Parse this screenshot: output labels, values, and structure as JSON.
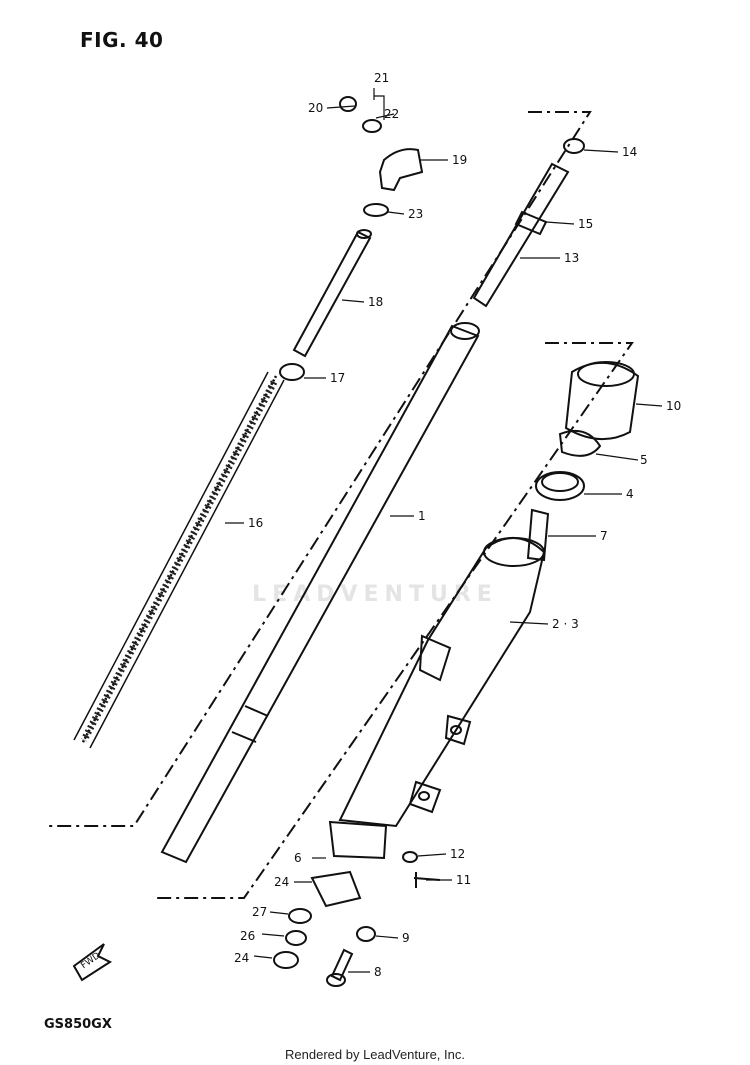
{
  "figure_title": "FIG. 40",
  "model_code": "GS850GX",
  "footer_credit": "Rendered by LeadVenture, Inc.",
  "watermark": "LEADVENTURE",
  "fwd_mark": "FWD",
  "callouts": {
    "c1": "1",
    "c23": "2 · 3",
    "c4": "4",
    "c5": "5",
    "c6": "6",
    "c7": "7",
    "c8": "8",
    "c9": "9",
    "c10": "10",
    "c11": "11",
    "c12": "12",
    "c13": "13",
    "c14": "14",
    "c15": "15",
    "c16": "16",
    "c17": "17",
    "c18": "18",
    "c19": "19",
    "c20": "20",
    "c21": "21",
    "c22": "22",
    "c23b": "23",
    "c24a": "24",
    "c24b": "24",
    "c26": "26",
    "c27": "27"
  }
}
